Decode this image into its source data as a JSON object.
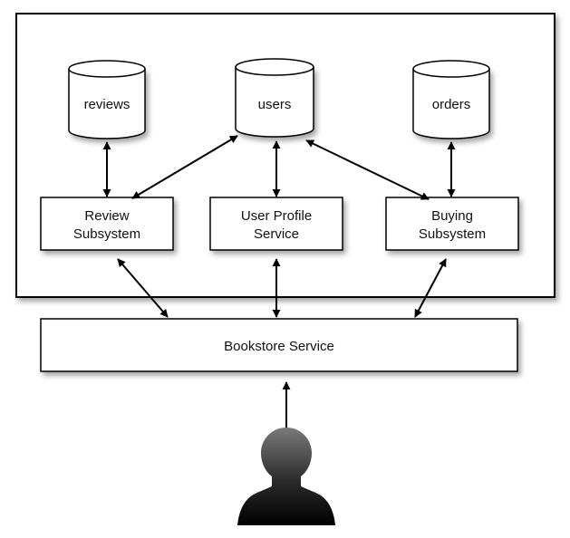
{
  "databases": {
    "reviews": "reviews",
    "users": "users",
    "orders": "orders"
  },
  "services": {
    "review_line1": "Review",
    "review_line2": "Subsystem",
    "profile_line1": "User Profile",
    "profile_line2": "Service",
    "buying_line1": "Buying",
    "buying_line2": "Subsystem",
    "bookstore": "Bookstore Service"
  },
  "icons": {
    "user": "user-silhouette-icon"
  }
}
